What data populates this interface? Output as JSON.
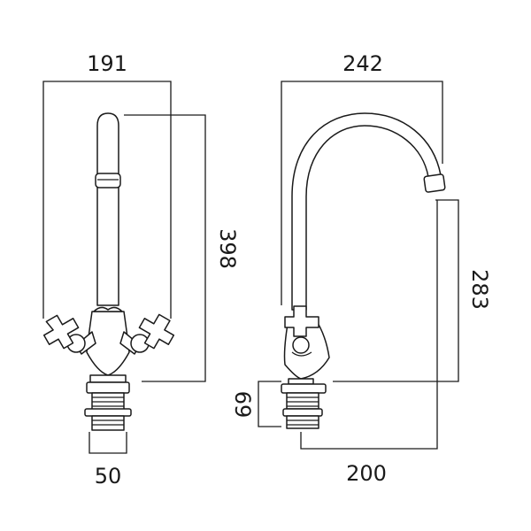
{
  "diagram": {
    "front_view": {
      "width_dim": "191",
      "height_dim": "398",
      "base_dim": "50"
    },
    "side_view": {
      "reach_dim": "242",
      "spout_height_dim": "283",
      "base_height_dim": "69",
      "base_depth_dim": "200"
    },
    "colors": {
      "line": "#1a1a1a",
      "background": "#ffffff"
    }
  }
}
